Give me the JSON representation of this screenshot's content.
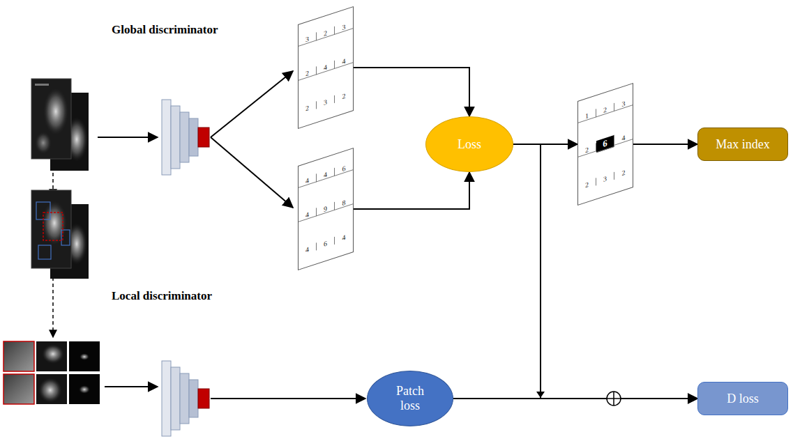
{
  "diagram": {
    "nodes": [
      {
        "text": [
          "3",
          "2",
          "3",
          "2",
          "4",
          "4",
          "2",
          "3",
          "2"
        ]
      },
      {
        "text": [
          "4",
          "4",
          "6",
          "4",
          "9",
          "8",
          "4",
          "6",
          "4"
        ]
      },
      {
        "text": [
          "Loss"
        ]
      },
      {
        "text": [
          "1",
          "2",
          "3",
          "2",
          "6",
          "4",
          "2",
          "3",
          "2"
        ]
      },
      {
        "text": [
          "Max index"
        ]
      },
      {
        "text": [
          "Patch loss"
        ]
      },
      {
        "text": [
          "D loss"
        ]
      }
    ],
    "edges": [
      {
        "from": 0,
        "to": 2,
        "arrow": "to"
      },
      {
        "from": 1,
        "to": 2,
        "arrow": "to"
      },
      {
        "from": 2,
        "to": 3,
        "arrow": "to"
      },
      {
        "from": 3,
        "to": 4,
        "arrow": "to"
      },
      {
        "from": 2,
        "to": 6,
        "arrow": "to"
      },
      {
        "from": 5,
        "to": 6,
        "arrow": "to"
      }
    ],
    "labels": [
      "Global discriminator",
      "Local discriminator"
    ]
  }
}
